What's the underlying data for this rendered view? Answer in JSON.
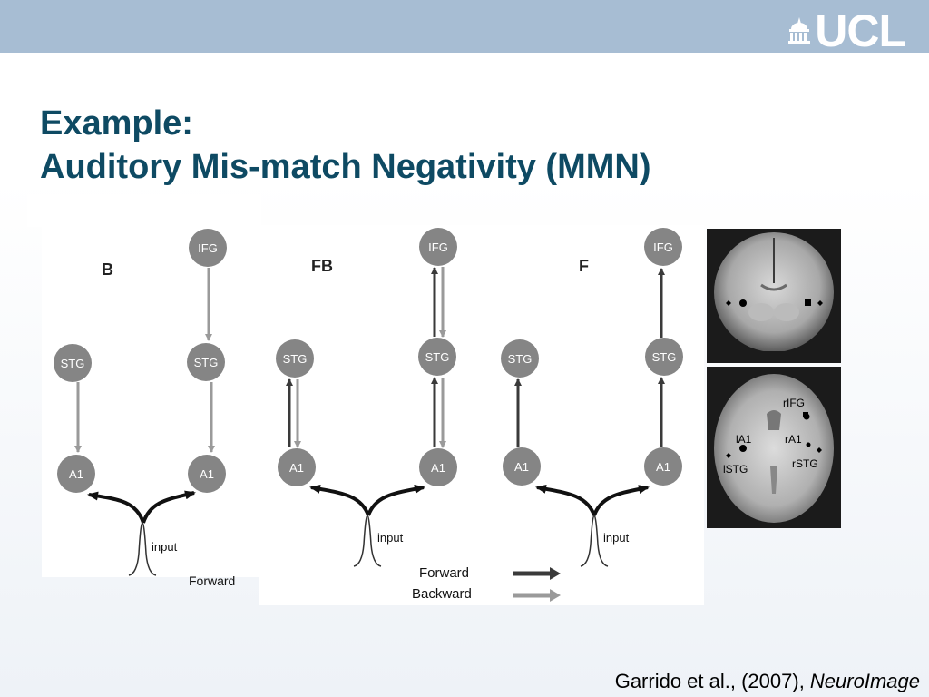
{
  "logo": {
    "text": "UCL"
  },
  "title": {
    "line1": "Example:",
    "line2": "Auditory Mis-match Negativity (MMN)"
  },
  "figure": {
    "panels": [
      {
        "label": "B",
        "nodes": {
          "ifg": "IFG",
          "stg_left": "STG",
          "stg_right": "STG",
          "a1_left": "A1",
          "a1_right": "A1"
        },
        "input": "input"
      },
      {
        "label": "FB",
        "nodes": {
          "ifg": "IFG",
          "stg_left": "STG",
          "stg_right": "STG",
          "a1_left": "A1",
          "a1_right": "A1"
        },
        "input": "input"
      },
      {
        "label": "F",
        "nodes": {
          "ifg": "IFG",
          "stg_left": "STG",
          "stg_right": "STG",
          "a1_left": "A1",
          "a1_right": "A1"
        },
        "input": "input"
      }
    ],
    "legend": {
      "forward": "Forward",
      "backward": "Backward"
    },
    "truncated_label": "Forward",
    "brain_axial_labels": {
      "rifg": "rIFG",
      "la1": "lA1",
      "ra1": "rA1",
      "lstg": "lSTG",
      "rstg": "rSTG"
    },
    "colors": {
      "forward": "#3a3a3a",
      "backward": "#9a9a9a",
      "node": "#858585"
    }
  },
  "citation": {
    "authors": "Garrido et al., (2007), ",
    "journal": "NeuroImage"
  }
}
